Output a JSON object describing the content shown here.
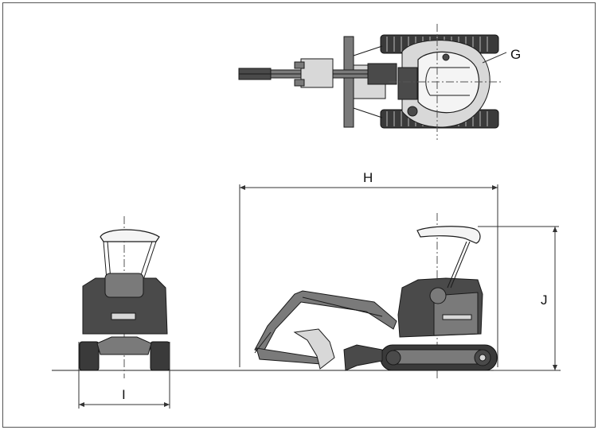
{
  "labels": {
    "G": "G",
    "H": "H",
    "I": "I",
    "J": "J"
  },
  "colors": {
    "machine_dark": "#4a4a4a",
    "machine_mid": "#7a7a7a",
    "track": "#3a3a3a",
    "canopy": "#f4f4f4",
    "border": "#333333"
  }
}
